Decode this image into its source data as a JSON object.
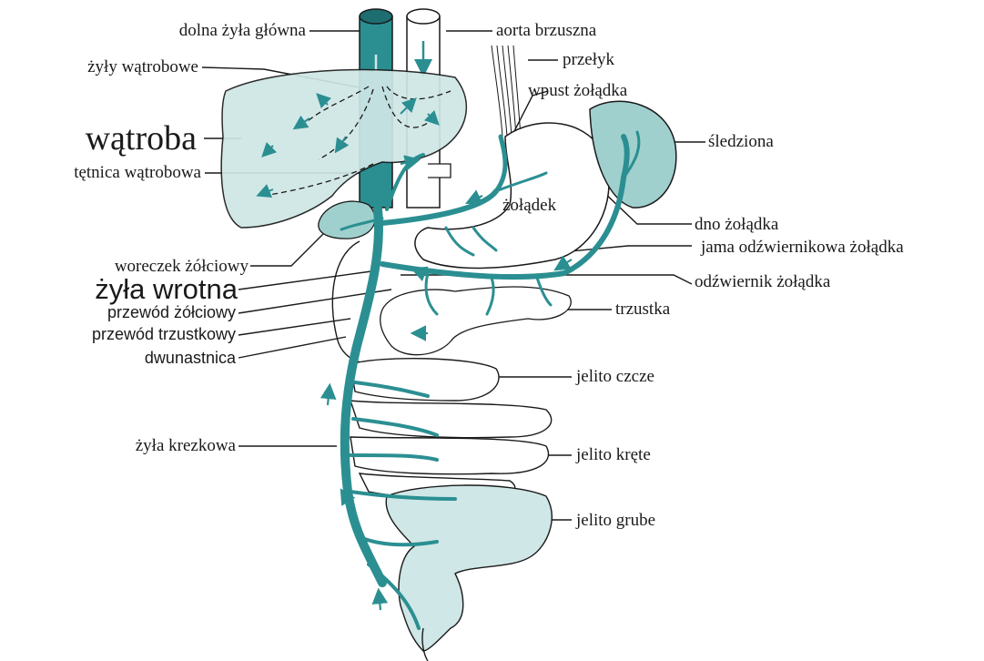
{
  "colors": {
    "vein": "#2b8f92",
    "organ_fill": "#cfe7e6",
    "organ_dark": "#9fd0cd",
    "line": "#1a1a1a"
  },
  "labels": {
    "dolna_zyla_glowna": "dolna żyła główna",
    "aorta_brzuszna": "aorta brzuszna",
    "zyly_watrobowe": "żyły wątrobowe",
    "przelyk": "przełyk",
    "wpust_zoladka": "wpust żołądka",
    "watroba": "wątroba",
    "sledziona": "śledziona",
    "tetnica_watrobowa": "tętnica wątrobowa",
    "zoladek": "żołądek",
    "dno_zoladka": "dno żołądka",
    "jama_odzwiernikowa": "jama odźwiernikowa żołądka",
    "woreczek_zolciowy": "woreczek żółciowy",
    "odzwiernik_zoladka": "odźwiernik żołądka",
    "zyla_wrotna": "żyła wrotna",
    "przewod_zolciowy": "przewód żółciowy",
    "trzustka": "trzustka",
    "przewod_trzustkowy": "przewód trzustkowy",
    "dwunastnica": "dwunastnica",
    "jelito_czcze": "jelito czcze",
    "zyla_krezkowa": "żyła krezkowa",
    "jelito_krete": "jelito kręte",
    "jelito_grube": "jelito grube"
  }
}
